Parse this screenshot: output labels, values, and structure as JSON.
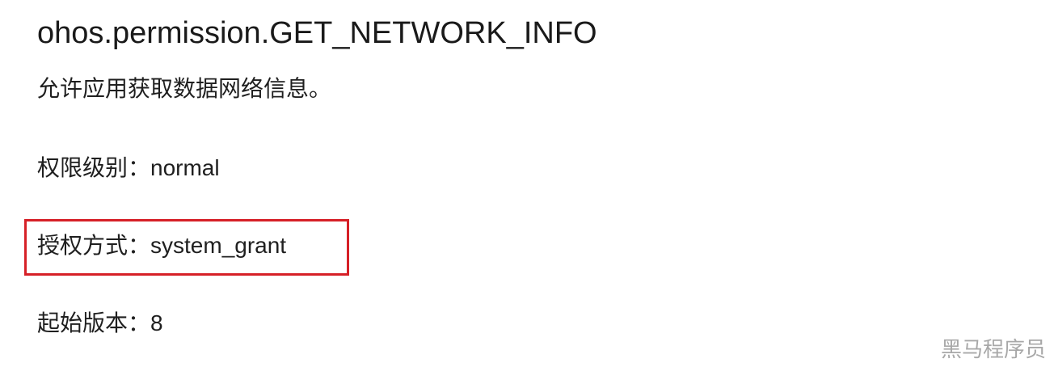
{
  "permission": {
    "title": "ohos.permission.GET_NETWORK_INFO",
    "description": "允许应用获取数据网络信息。",
    "fields": {
      "level_label": "权限级别：",
      "level_value": "normal",
      "grant_label": "授权方式：",
      "grant_value": "system_grant",
      "version_label": "起始版本：",
      "version_value": "8"
    }
  },
  "highlight": {
    "color": "#d62027"
  },
  "watermark": {
    "text": "黑马程序员"
  }
}
